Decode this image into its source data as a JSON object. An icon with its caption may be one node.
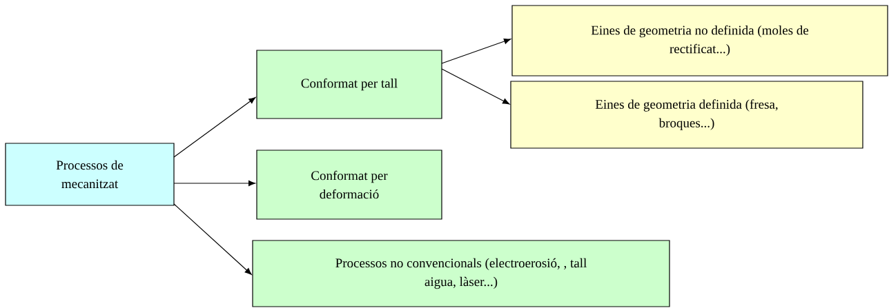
{
  "diagram": {
    "nodes": [
      {
        "text": [
          "Processos de mecanitzat"
        ]
      },
      {
        "text": [
          "Conformat per tall"
        ]
      },
      {
        "text": [
          "Eines de geometria no definida (moles de rectificat...)"
        ]
      },
      {
        "text": [
          "Eines de geometria definida (fresa, broques...)"
        ]
      },
      {
        "text": [
          "Conformat per deformació"
        ]
      },
      {
        "text": [
          "Processos no convencionals (electroerosió, , tall aigua, làser...)"
        ]
      }
    ],
    "edges": [
      {
        "from": 0,
        "to": 1,
        "arrow": "to"
      },
      {
        "from": 0,
        "to": 4,
        "arrow": "to"
      },
      {
        "from": 0,
        "to": 5,
        "arrow": "to"
      },
      {
        "from": 1,
        "to": 2,
        "arrow": "to"
      },
      {
        "from": 1,
        "to": 3,
        "arrow": "to"
      }
    ]
  }
}
